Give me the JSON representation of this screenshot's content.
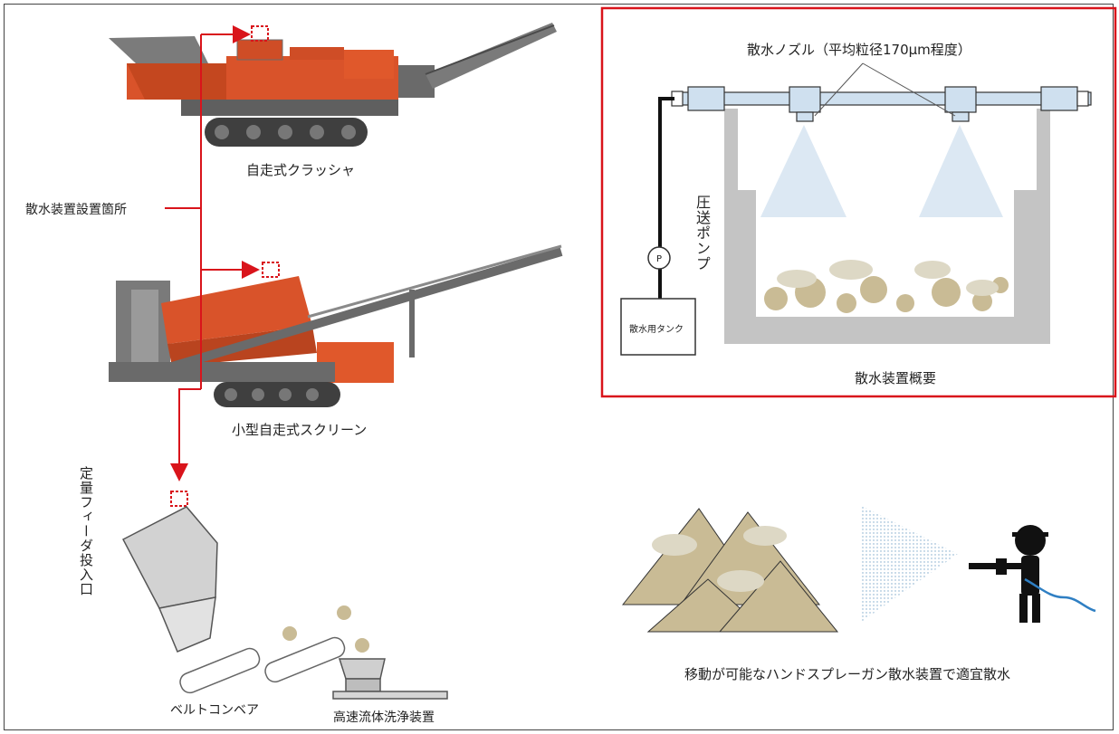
{
  "labels": {
    "crusher": "自走式クラッシャ",
    "install_points": "散水装置設置箇所",
    "screen": "小型自走式スクリーン",
    "feeder": "定量フィーダ投入口",
    "belt_conveyor": "ベルトコンベア",
    "washer": "高速流体洗浄装置",
    "nozzle": "散水ノズル（平均粒径170μm程度）",
    "pump": "圧送ポンプ",
    "pump_symbol": "P",
    "tank": "散水用タンク",
    "overview": "散水装置概要",
    "hand_spray": "移動が可能なハンドスプレーガン散水装置で適宜散水"
  },
  "colors": {
    "accent_red": "#d9141b",
    "machine_orange": "#d9532a",
    "machine_gray": "#5f5f5f",
    "pipe_blue": "#cfe0ef",
    "wall_gray": "#c4c4c4",
    "spray_blue": "#dce8f3",
    "soil": "#c9bb95",
    "dust": "#ddd8c5",
    "hose_blue": "#2f7fc3"
  },
  "icons": {
    "crusher": "mobile-crusher-icon",
    "screen": "mobile-screen-icon",
    "feeder": "feeder-hopper-icon",
    "conveyor": "belt-conveyor-icon",
    "washer": "washer-icon",
    "worker": "worker-spray-gun-icon"
  }
}
